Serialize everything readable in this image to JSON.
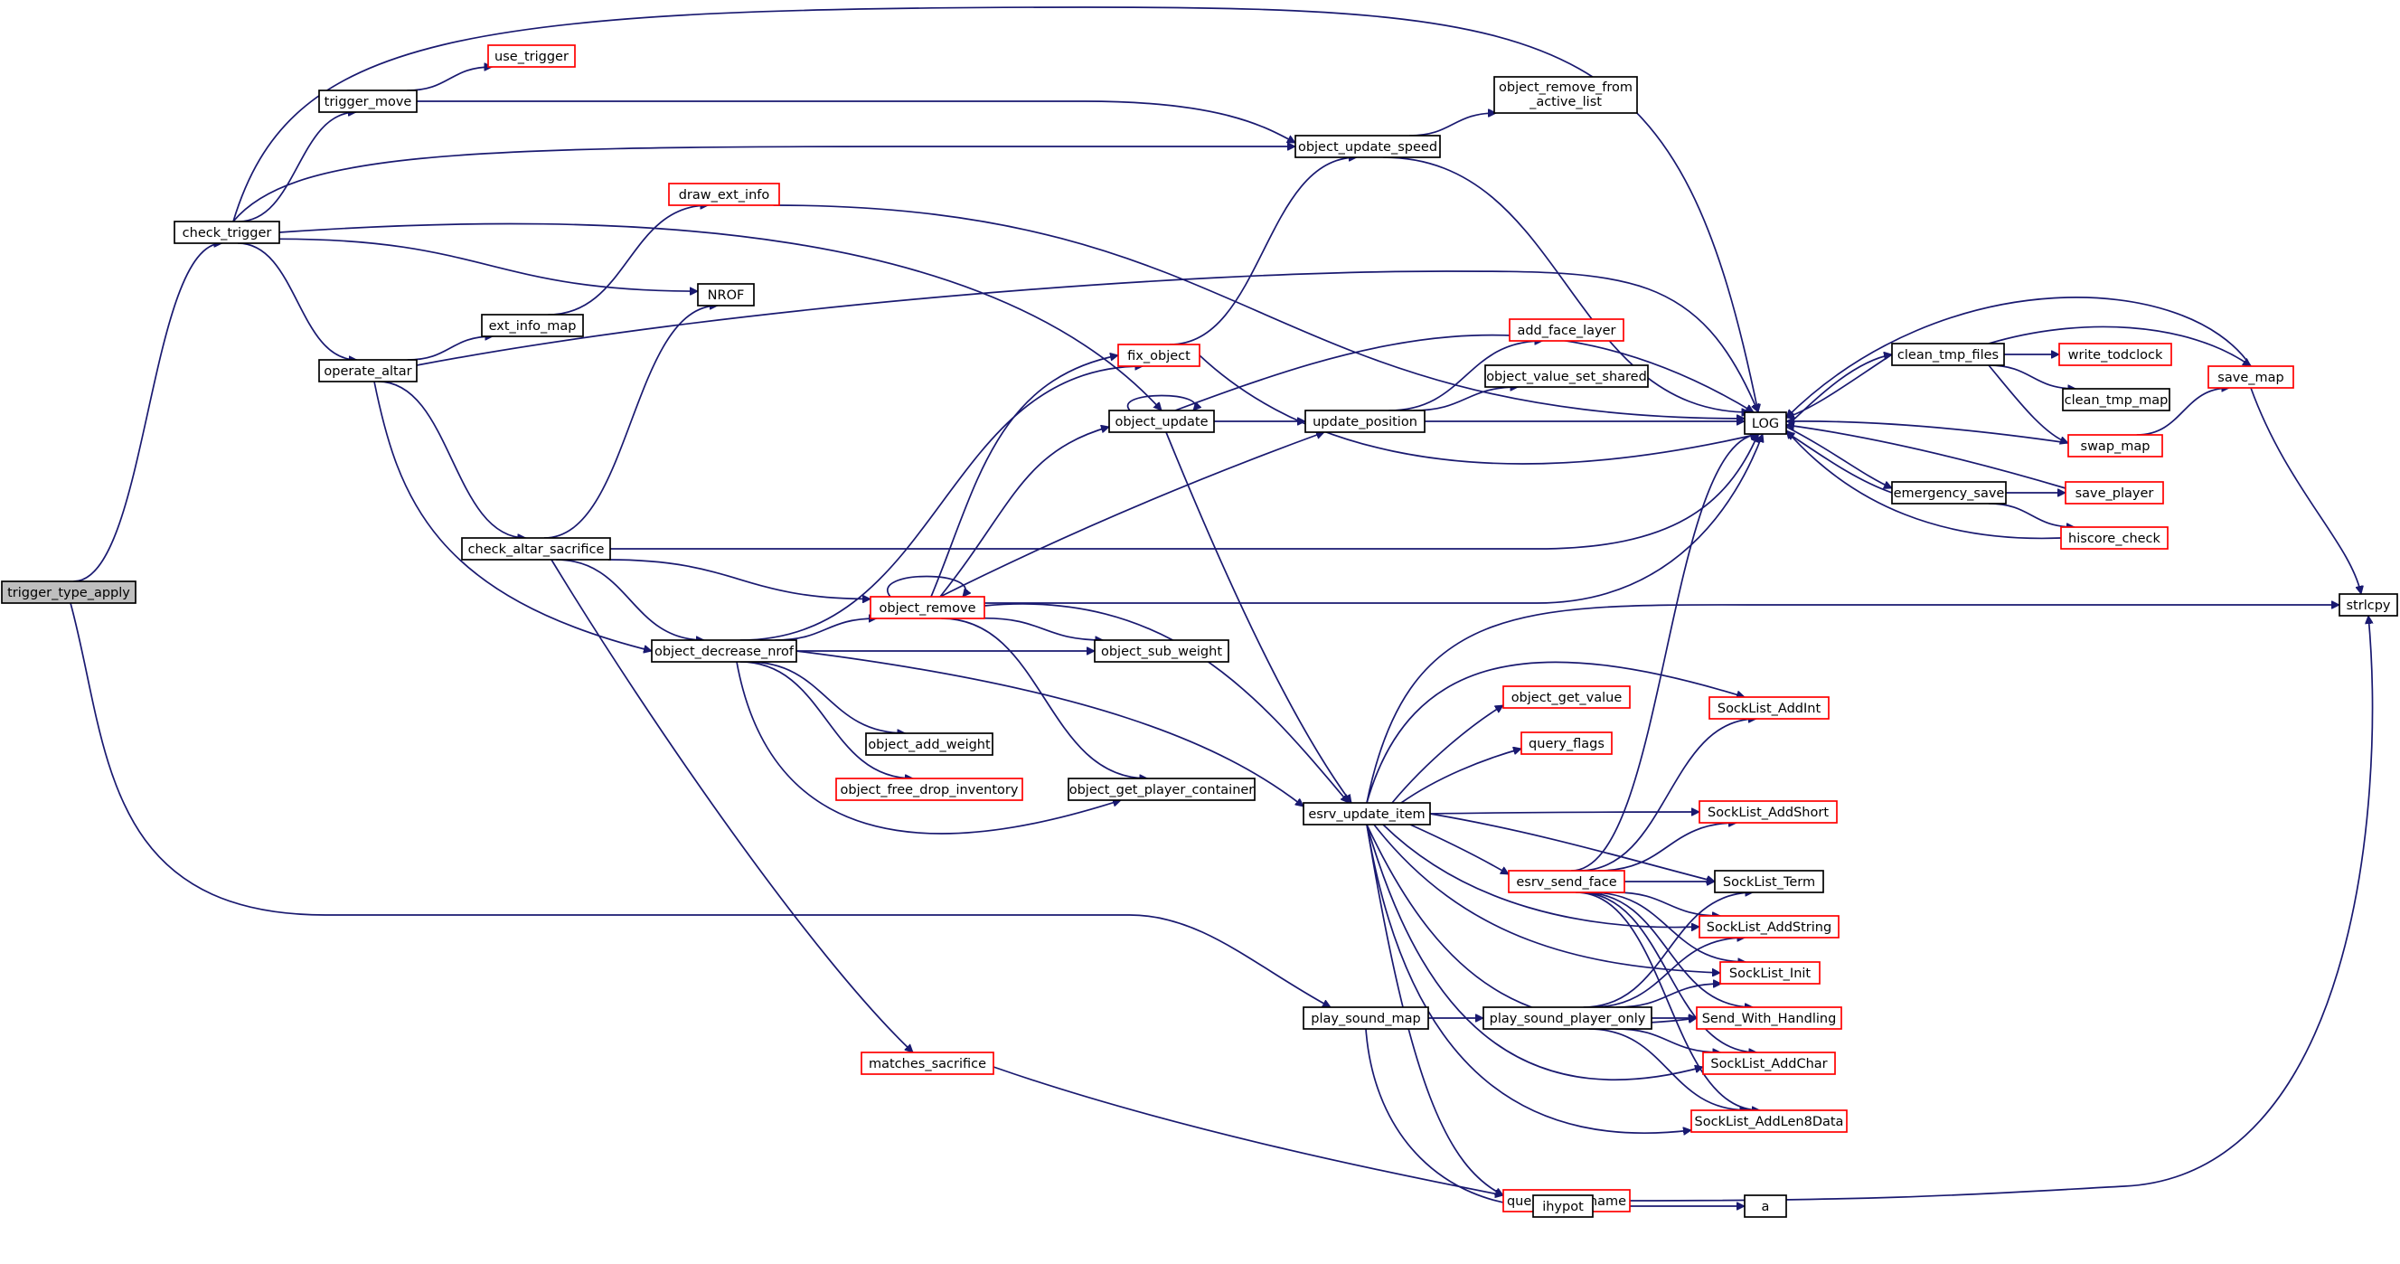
{
  "colors": {
    "edge": "#191970",
    "red_border": "#ff0000",
    "black_border": "#000000",
    "root_fill": "#bfbfbf"
  },
  "nodes": [
    {
      "id": "trigger_type_apply",
      "label": "trigger_type_apply",
      "style": "root"
    },
    {
      "id": "check_trigger",
      "label": "check_trigger",
      "style": "black"
    },
    {
      "id": "play_sound_map",
      "label": "play_sound_map",
      "style": "black"
    },
    {
      "id": "LOG",
      "label": "LOG",
      "style": "black"
    },
    {
      "id": "trigger_move",
      "label": "trigger_move",
      "style": "black"
    },
    {
      "id": "object_update_speed",
      "label": "object_update_speed",
      "style": "black"
    },
    {
      "id": "object_update",
      "label": "object_update",
      "style": "black"
    },
    {
      "id": "NROF",
      "label": "NROF",
      "style": "black"
    },
    {
      "id": "operate_altar",
      "label": "operate_altar",
      "style": "black"
    },
    {
      "id": "use_trigger",
      "label": "use_trigger",
      "style": "red"
    },
    {
      "id": "object_remove_from_active_list",
      "label": "object_remove_from",
      "label2": "_active_list",
      "style": "black"
    },
    {
      "id": "fix_object",
      "label": "fix_object",
      "style": "red"
    },
    {
      "id": "update_position",
      "label": "update_position",
      "style": "black"
    },
    {
      "id": "esrv_update_item",
      "label": "esrv_update_item",
      "style": "black"
    },
    {
      "id": "ext_info_map",
      "label": "ext_info_map",
      "style": "black"
    },
    {
      "id": "check_altar_sacrifice",
      "label": "check_altar_sacrifice",
      "style": "black"
    },
    {
      "id": "object_decrease_nrof",
      "label": "object_decrease_nrof",
      "style": "black"
    },
    {
      "id": "draw_ext_info",
      "label": "draw_ext_info",
      "style": "red"
    },
    {
      "id": "object_remove",
      "label": "object_remove",
      "style": "red"
    },
    {
      "id": "matches_sacrifice",
      "label": "matches_sacrifice",
      "style": "red"
    },
    {
      "id": "object_add_weight",
      "label": "object_add_weight",
      "style": "black"
    },
    {
      "id": "object_free_drop_inventory",
      "label": "object_free_drop_inventory",
      "style": "red"
    },
    {
      "id": "object_get_player_container",
      "label": "object_get_player_container",
      "style": "black"
    },
    {
      "id": "object_sub_weight",
      "label": "object_sub_weight",
      "style": "black"
    },
    {
      "id": "query_base_name",
      "label": "query_base_name",
      "style": "red"
    },
    {
      "id": "add_face_layer",
      "label": "add_face_layer",
      "style": "red"
    },
    {
      "id": "object_value_set_shared",
      "label": "object_value_set_shared",
      "style": "black"
    },
    {
      "id": "object_get_value",
      "label": "object_get_value",
      "style": "red"
    },
    {
      "id": "query_flags",
      "label": "query_flags",
      "style": "red"
    },
    {
      "id": "esrv_send_face",
      "label": "esrv_send_face",
      "style": "red"
    },
    {
      "id": "SockList_AddInt",
      "label": "SockList_AddInt",
      "style": "red"
    },
    {
      "id": "SockList_AddShort",
      "label": "SockList_AddShort",
      "style": "red"
    },
    {
      "id": "SockList_Term",
      "label": "SockList_Term",
      "style": "black"
    },
    {
      "id": "SockList_AddString",
      "label": "SockList_AddString",
      "style": "red"
    },
    {
      "id": "SockList_Init",
      "label": "SockList_Init",
      "style": "red"
    },
    {
      "id": "Send_With_Handling",
      "label": "Send_With_Handling",
      "style": "red"
    },
    {
      "id": "SockList_AddChar",
      "label": "SockList_AddChar",
      "style": "red"
    },
    {
      "id": "SockList_AddLen8Data",
      "label": "SockList_AddLen8Data",
      "style": "red"
    },
    {
      "id": "play_sound_player_only",
      "label": "play_sound_player_only",
      "style": "black"
    },
    {
      "id": "ihypot",
      "label": "ihypot",
      "style": "black"
    },
    {
      "id": "a",
      "label": "a",
      "style": "black"
    },
    {
      "id": "clean_tmp_files",
      "label": "clean_tmp_files",
      "style": "black"
    },
    {
      "id": "emergency_save",
      "label": "emergency_save",
      "style": "black"
    },
    {
      "id": "write_todclock",
      "label": "write_todclock",
      "style": "red"
    },
    {
      "id": "clean_tmp_map",
      "label": "clean_tmp_map",
      "style": "black"
    },
    {
      "id": "swap_map",
      "label": "swap_map",
      "style": "red"
    },
    {
      "id": "save_map",
      "label": "save_map",
      "style": "red"
    },
    {
      "id": "save_player",
      "label": "save_player",
      "style": "red"
    },
    {
      "id": "hiscore_check",
      "label": "hiscore_check",
      "style": "red"
    },
    {
      "id": "strlcpy",
      "label": "strlcpy",
      "style": "black"
    }
  ],
  "edges": [
    [
      "trigger_type_apply",
      "check_trigger"
    ],
    [
      "trigger_type_apply",
      "play_sound_map"
    ],
    [
      "check_trigger",
      "LOG"
    ],
    [
      "check_trigger",
      "trigger_move"
    ],
    [
      "check_trigger",
      "object_update_speed"
    ],
    [
      "check_trigger",
      "NROF"
    ],
    [
      "check_trigger",
      "object_update"
    ],
    [
      "check_trigger",
      "operate_altar"
    ],
    [
      "trigger_move",
      "use_trigger"
    ],
    [
      "trigger_move",
      "object_update_speed"
    ],
    [
      "object_update_speed",
      "object_remove_from_active_list"
    ],
    [
      "object_update_speed",
      "LOG"
    ],
    [
      "operate_altar",
      "ext_info_map"
    ],
    [
      "operate_altar",
      "LOG"
    ],
    [
      "operate_altar",
      "check_altar_sacrifice"
    ],
    [
      "operate_altar",
      "object_decrease_nrof"
    ],
    [
      "ext_info_map",
      "draw_ext_info"
    ],
    [
      "draw_ext_info",
      "LOG"
    ],
    [
      "check_altar_sacrifice",
      "NROF"
    ],
    [
      "check_altar_sacrifice",
      "LOG"
    ],
    [
      "check_altar_sacrifice",
      "object_remove"
    ],
    [
      "check_altar_sacrifice",
      "object_decrease_nrof"
    ],
    [
      "check_altar_sacrifice",
      "matches_sacrifice"
    ],
    [
      "object_decrease_nrof",
      "fix_object"
    ],
    [
      "object_decrease_nrof",
      "object_remove"
    ],
    [
      "object_decrease_nrof",
      "object_sub_weight"
    ],
    [
      "object_decrease_nrof",
      "object_add_weight"
    ],
    [
      "object_decrease_nrof",
      "object_free_drop_inventory"
    ],
    [
      "object_decrease_nrof",
      "object_get_player_container"
    ],
    [
      "object_decrease_nrof",
      "esrv_update_item"
    ],
    [
      "fix_object",
      "object_update_speed"
    ],
    [
      "fix_object",
      "LOG"
    ],
    [
      "object_update",
      "object_update"
    ],
    [
      "object_update",
      "LOG"
    ],
    [
      "object_update",
      "update_position"
    ],
    [
      "object_update",
      "esrv_update_item"
    ],
    [
      "update_position",
      "add_face_layer"
    ],
    [
      "update_position",
      "object_value_set_shared"
    ],
    [
      "update_position",
      "LOG"
    ],
    [
      "object_remove",
      "object_remove"
    ],
    [
      "object_remove",
      "fix_object"
    ],
    [
      "object_remove",
      "object_update"
    ],
    [
      "object_remove",
      "update_position"
    ],
    [
      "object_remove",
      "LOG"
    ],
    [
      "object_remove",
      "object_sub_weight"
    ],
    [
      "object_remove",
      "object_get_player_container"
    ],
    [
      "object_remove",
      "esrv_update_item"
    ],
    [
      "esrv_update_item",
      "strlcpy"
    ],
    [
      "esrv_update_item",
      "SockList_AddInt"
    ],
    [
      "esrv_update_item",
      "object_get_value"
    ],
    [
      "esrv_update_item",
      "query_flags"
    ],
    [
      "esrv_update_item",
      "SockList_AddShort"
    ],
    [
      "esrv_update_item",
      "esrv_send_face"
    ],
    [
      "esrv_update_item",
      "SockList_Term"
    ],
    [
      "esrv_update_item",
      "SockList_AddString"
    ],
    [
      "esrv_update_item",
      "SockList_Init"
    ],
    [
      "esrv_update_item",
      "Send_With_Handling"
    ],
    [
      "esrv_update_item",
      "SockList_AddChar"
    ],
    [
      "esrv_update_item",
      "SockList_AddLen8Data"
    ],
    [
      "esrv_update_item",
      "query_base_name"
    ],
    [
      "esrv_send_face",
      "LOG"
    ],
    [
      "esrv_send_face",
      "SockList_AddInt"
    ],
    [
      "esrv_send_face",
      "SockList_AddShort"
    ],
    [
      "esrv_send_face",
      "SockList_Term"
    ],
    [
      "esrv_send_face",
      "SockList_AddString"
    ],
    [
      "esrv_send_face",
      "SockList_Init"
    ],
    [
      "esrv_send_face",
      "Send_With_Handling"
    ],
    [
      "esrv_send_face",
      "SockList_AddChar"
    ],
    [
      "esrv_send_face",
      "SockList_AddLen8Data"
    ],
    [
      "play_sound_map",
      "play_sound_player_only"
    ],
    [
      "play_sound_map",
      "ihypot"
    ],
    [
      "play_sound_player_only",
      "SockList_Term"
    ],
    [
      "play_sound_player_only",
      "SockList_AddString"
    ],
    [
      "play_sound_player_only",
      "SockList_Init"
    ],
    [
      "play_sound_player_only",
      "Send_With_Handling"
    ],
    [
      "play_sound_player_only",
      "SockList_AddChar"
    ],
    [
      "play_sound_player_only",
      "SockList_AddLen8Data"
    ],
    [
      "matches_sacrifice",
      "query_base_name"
    ],
    [
      "query_base_name",
      "strlcpy"
    ],
    [
      "ihypot",
      "a"
    ],
    [
      "LOG",
      "clean_tmp_files"
    ],
    [
      "LOG",
      "emergency_save"
    ],
    [
      "clean_tmp_files",
      "LOG"
    ],
    [
      "clean_tmp_files",
      "write_todclock"
    ],
    [
      "clean_tmp_files",
      "clean_tmp_map"
    ],
    [
      "clean_tmp_files",
      "swap_map"
    ],
    [
      "clean_tmp_files",
      "save_map"
    ],
    [
      "swap_map",
      "LOG"
    ],
    [
      "swap_map",
      "save_map"
    ],
    [
      "save_map",
      "LOG"
    ],
    [
      "save_map",
      "strlcpy"
    ],
    [
      "emergency_save",
      "LOG"
    ],
    [
      "emergency_save",
      "save_player"
    ],
    [
      "emergency_save",
      "hiscore_check"
    ],
    [
      "save_player",
      "LOG"
    ],
    [
      "hiscore_check",
      "LOG"
    ]
  ]
}
